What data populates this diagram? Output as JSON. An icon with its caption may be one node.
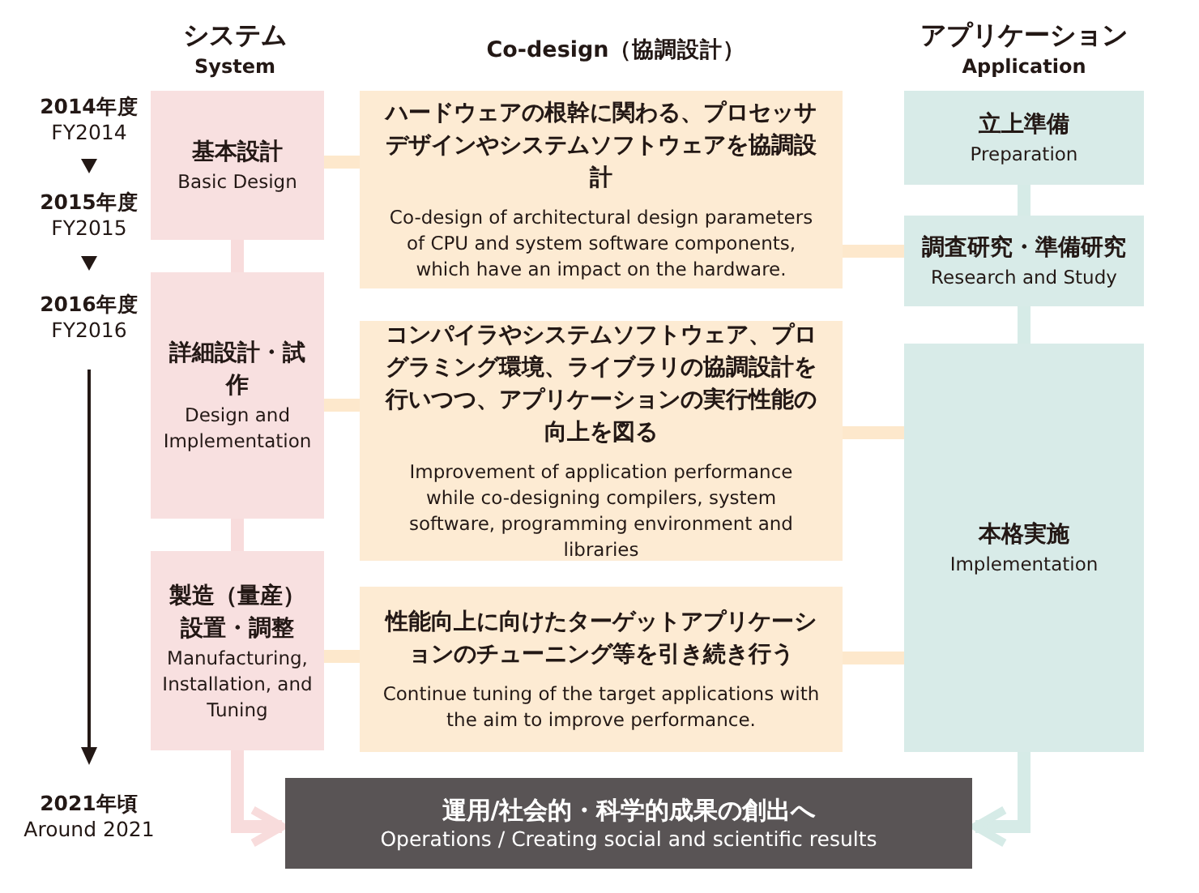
{
  "diagram": {
    "nodes": [
      {
        "text": [
          "基本設計",
          "Basic Design"
        ]
      },
      {
        "text": [
          "詳細設計・試作",
          "Design and Implementation"
        ]
      },
      {
        "text": [
          "製造（量産）設置・調整",
          "Manufacturing, Installation, and Tuning"
        ]
      },
      {
        "text": [
          "ハードウェアの根幹に関わる、プロセッサデザインやシステムソフトウェアを協調設計",
          "Co-design of architectural design parameters of CPU and system software components, which have an impact on the hardware."
        ]
      },
      {
        "text": [
          "コンパイラやシステムソフトウェア、プログラミング環境、ライブラリの協調設計を行いつつ、アプリケーションの実行性能の向上を図る",
          "Improvement of application performance while co-designing compilers, system software, programming environment and libraries"
        ]
      },
      {
        "text": [
          "性能向上に向けたターゲットアプリケーションのチューニング等を引き続き行う",
          "Continue tuning of the target applications with the aim to improve performance."
        ]
      },
      {
        "text": [
          "立上準備",
          "Preparation"
        ]
      },
      {
        "text": [
          "調査研究・準備研究",
          "Research and Study"
        ]
      },
      {
        "text": [
          "本格実施",
          "Implementation"
        ]
      },
      {
        "text": [
          "運用/社会的・科学的成果の創出へ",
          "Operations / Creating social and scientific results"
        ]
      }
    ],
    "edges": [
      {
        "from": 0,
        "to": 1,
        "arrow": "none",
        "color": "#f8dcdc"
      },
      {
        "from": 1,
        "to": 2,
        "arrow": "none",
        "color": "#f8dcdc"
      },
      {
        "from": 0,
        "to": 3,
        "arrow": "none"
      },
      {
        "from": 1,
        "to": 4,
        "arrow": "none"
      },
      {
        "from": 2,
        "to": 5,
        "arrow": "none"
      },
      {
        "from": 3,
        "to": 7,
        "arrow": "none"
      },
      {
        "from": 4,
        "to": 8,
        "arrow": "none"
      },
      {
        "from": 5,
        "to": 8,
        "arrow": "none"
      },
      {
        "from": 6,
        "to": 7,
        "arrow": "none",
        "color": "#d6ebe7"
      },
      {
        "from": 7,
        "to": 8,
        "arrow": "none",
        "color": "#d6ebe7"
      },
      {
        "from": 2,
        "to": 9,
        "arrow": "to",
        "color": "#f8dcdc"
      },
      {
        "from": 8,
        "to": 9,
        "arrow": "to",
        "color": "#d6ebe7"
      }
    ],
    "labels": [
      "システム",
      "System",
      "Co-design（協調設計）",
      "アプリケーション",
      "Application",
      "2014年度",
      "FY2014",
      "2015年度",
      "FY2015",
      "2016年度",
      "FY2016",
      "2021年頃",
      "Around 2021"
    ]
  }
}
